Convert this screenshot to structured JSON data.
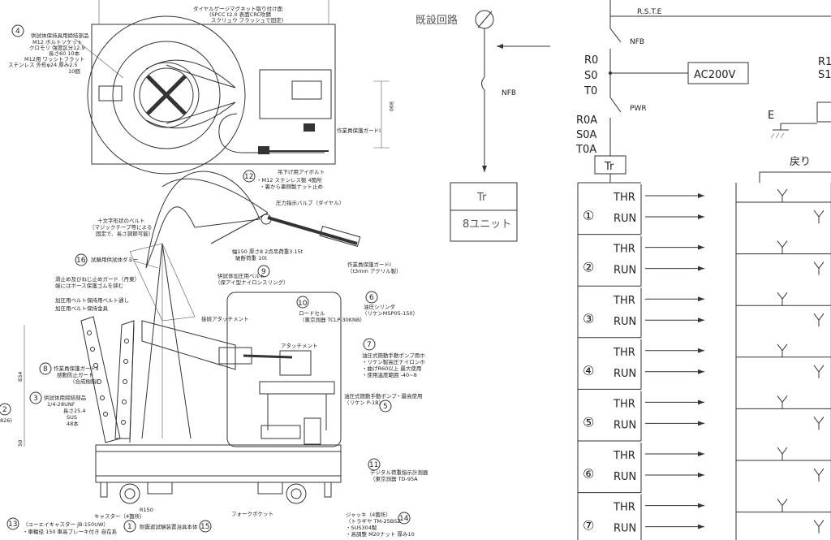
{
  "left_drawing": {
    "top_view": {
      "note_magnet": "ダイヤルゲージマグネット取り付け面",
      "note_magnet_spec": "(SPCC t2.0 表面CRC吹錆",
      "note_magnet_spec2": "スクリュウ フラッシュで固定)",
      "callout_4_num": "4",
      "callout_4_title": "供試体保持具用締結部品",
      "callout_4_l1": "M12 ボルトソケット",
      "callout_4_l2": "クロモリ 強度区分12.9",
      "callout_4_l3": "長さ60 10本",
      "callout_4_l4": "M12用 ワッシトフラット",
      "callout_4_l5": "ステンレス 外形φ24 厚み2.5",
      "callout_4_l6": "10個",
      "dim_890": "890",
      "guard_label": "作業員保護ガードⅠ",
      "callout_12_num": "12",
      "callout_12_l1": "吊下げ用アイボルト",
      "callout_12_l2": "・M12 ステンレス製 4箇所",
      "callout_12_l3": "・裏から裏側製ナット止め"
    },
    "side_view": {
      "pressure_valve": "圧力指示バルブ（ダイヤル）",
      "velcro_l1": "十文字形状のベルト",
      "velcro_l2": "（マジックテープ等による",
      "velcro_l3": "固定で、長さ調節可能）",
      "belt_spec_l1": "幅150 厚さ8 2点吊荷重3.15t",
      "belt_spec_l2": "破断荷重 10t",
      "callout_16_num": "16",
      "callout_16_label": "試験用供試体ダミー",
      "callout_9_num": "9",
      "callout_9_l1": "供試体加圧用ベルト",
      "callout_9_l2": "（保アイ型ナイロンスリング）",
      "guard2_l1": "作業員保護ガードⅠ",
      "guard2_l2": "（t3mm アクリル製）",
      "callout_10_num": "10",
      "loadcell_l1": "ロードセル",
      "loadcell_l2": "（東京測器 TCLP-30KNB）",
      "callout_6_num": "6",
      "cyl_l1": "油圧シリンダ",
      "cyl_l2": "（リケンMSP05-150）",
      "pad_label": "滑止め及びねじ止めガード（丹東）",
      "pad_label2": "端にはホース保護ゴムを挟む",
      "belt_pass": "加圧用ベルト保持用ベルト通し",
      "belt_holder": "加圧用ベルト保持金具",
      "attach1": "接続アタッチメント",
      "attach2": "アタッチメント",
      "callout_7_num": "7",
      "pump_hose_l1": "油圧式簡動手動ポンプ用ホ",
      "pump_hose_l2": "・リケン製高圧ナイロンホ",
      "pump_hose_l3": "・曲げR60以上 最大使用",
      "pump_hose_l4": "・使用温度範囲 -40~8",
      "callout_8_num": "8",
      "guard3_l1": "作業員保護ガードⅡ",
      "guard3_l2": "感動防止ガード",
      "guard3_l3": "（合成樹脂）",
      "callout_3_num": "3",
      "bolts_title": "供試体用締結部品",
      "bolts_l1": "1/4-28UNF",
      "bolts_l2": "長さ25.4",
      "bolts_l3": "SUS",
      "bolts_l4": "48本",
      "pump_l1": "油圧式簡動手動ポンプ",
      "pump_l2": "（リケン P-1B）",
      "callout_5_num": "5",
      "max_use": "・最高使用",
      "dim_834": "834",
      "dim_50": "50",
      "callout_2_num": "2",
      "dim_826": "826)",
      "callout_11_num": "11",
      "display_l1": "デジタル荷重指示計測器",
      "display_l2": "（東京測器 TD-95A",
      "callout_13_num": "13",
      "caster_l1": "キャスター（4箇所）",
      "caster_l2": "（ユーエイキャスター JB-150UW）",
      "caster_l3": "・車輪径 150 車高ブレーキ付き 自在系",
      "callout_1_num": "1",
      "frame_label": "耐震遮試験装置治具本体",
      "callout_15_num": "15",
      "fork_label": "フォークポケット",
      "callout_14_num": "14",
      "jack_l1": "ジャッキ（4箇所）",
      "jack_l2": "（トラギヤ TM-25BSZ",
      "jack_l3": "・SUS304製",
      "jack_l4": "・高調整 M20ナット 厚み10",
      "r150": "R150"
    }
  },
  "middle_diagram": {
    "existing_circuit": "既設回路",
    "nfb": "NFB",
    "tr_box": "Tr",
    "tr_units": "8ユニット"
  },
  "right_diagram": {
    "rste": "R.S.T.E",
    "r0": "R0",
    "s0": "S0",
    "t0": "T0",
    "nfb": "NFB",
    "ac200v": "AC200V",
    "r1": "R1",
    "s1": "S1",
    "pwr": "PWR",
    "e": "E",
    "r0a": "R0A",
    "s0a": "S0A",
    "t0a": "T0A",
    "tr": "Tr",
    "return_label": "戻り",
    "thr": "THR",
    "run": "RUN",
    "units": [
      {
        "num": "①"
      },
      {
        "num": "②"
      },
      {
        "num": "③"
      },
      {
        "num": "④"
      },
      {
        "num": "⑤"
      },
      {
        "num": "⑥"
      },
      {
        "num": "⑦"
      }
    ]
  }
}
